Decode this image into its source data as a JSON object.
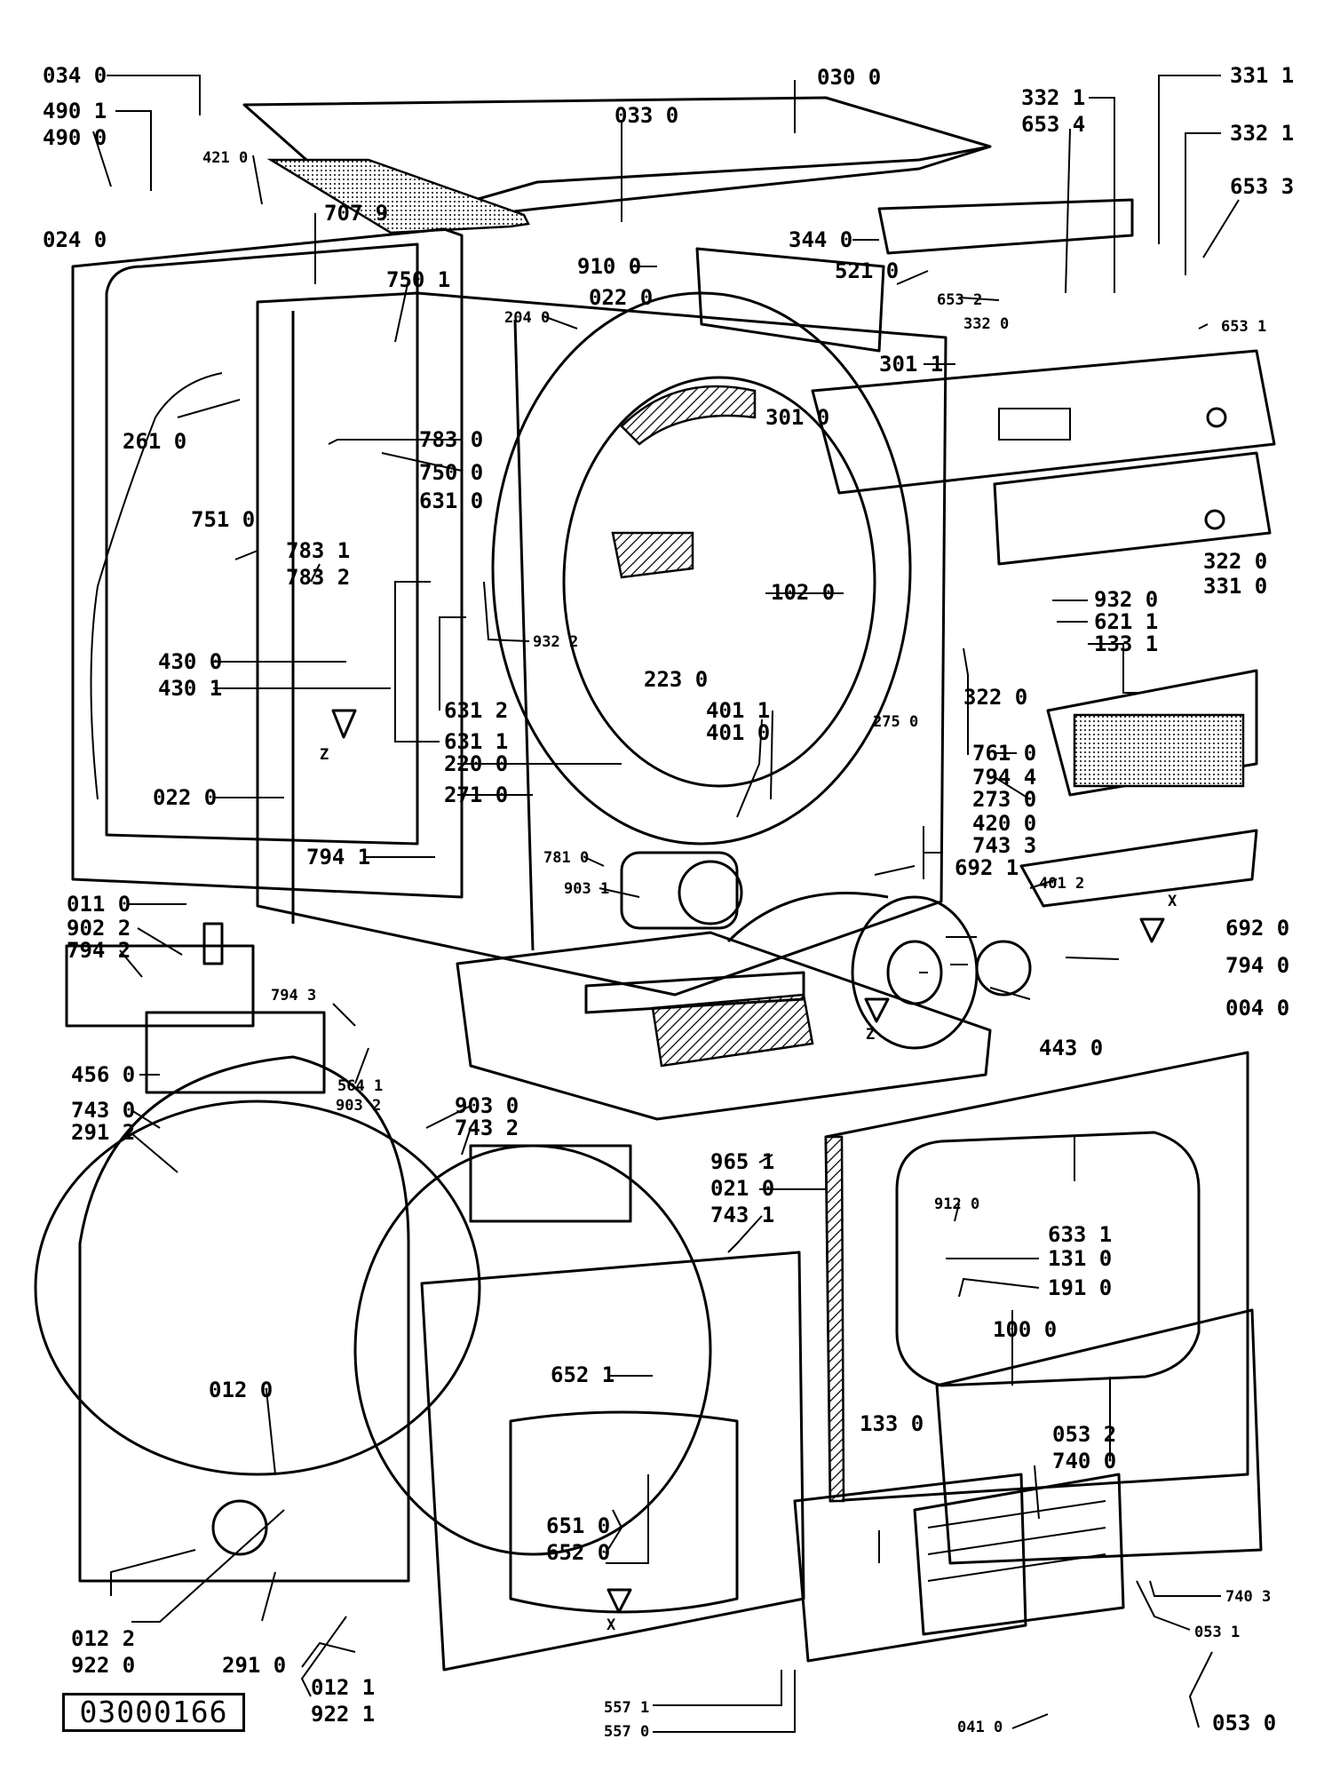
{
  "document_number": "03000166",
  "direction_markers": [
    "Z",
    "Z",
    "X",
    "X"
  ],
  "part_labels": [
    "034 0",
    "490 1",
    "490 0",
    "421 0",
    "024 0",
    "707 9",
    "750 1",
    "204 0",
    "030 0",
    "033 0",
    "910 0",
    "022 0",
    "521 0",
    "344 0",
    "332 1",
    "653 4",
    "331 1",
    "332 1",
    "653 3",
    "653 2",
    "332 0",
    "653 1",
    "301 1",
    "301 0",
    "261 0",
    "783 0",
    "750 0",
    "751 0",
    "631 0",
    "783 1",
    "783 2",
    "932 2",
    "102 0",
    "932 0",
    "621 1",
    "133 1",
    "322 0",
    "331 0",
    "322 0",
    "430 0",
    "430 1",
    "223 0",
    "631 2",
    "631 1",
    "401 1",
    "401 0",
    "275 0",
    "220 0",
    "271 0",
    "022 0",
    "761 0",
    "794 4",
    "273 0",
    "420 0",
    "743 3",
    "794 1",
    "781 0",
    "692 1",
    "903 1",
    "401 2",
    "692 0",
    "011 0",
    "902 2",
    "794 2",
    "794 0",
    "794 3",
    "004 0",
    "443 0",
    "456 0",
    "564 1",
    "903 2",
    "743 0",
    "291 2",
    "903 0",
    "743 2",
    "965 1",
    "021 0",
    "743 1",
    "912 0",
    "633 1",
    "131 0",
    "191 0",
    "012 0",
    "652 1",
    "100 0",
    "053 2",
    "740 0",
    "133 0",
    "651 0",
    "652 0",
    "012 2",
    "922 0",
    "291 0",
    "012 1",
    "922 1",
    "740 3",
    "053 1",
    "557 1",
    "557 0",
    "041 0",
    "053 0"
  ]
}
